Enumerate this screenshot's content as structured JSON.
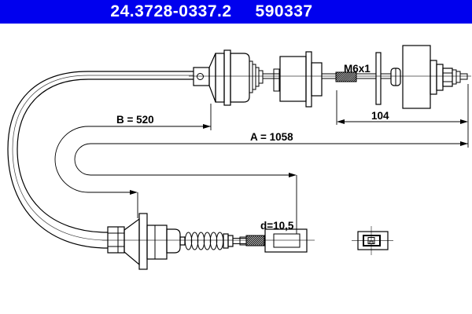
{
  "header": {
    "part_number": "24.3728-0337.2",
    "reference_number": "590337",
    "bg_color": "#0000EE",
    "text_color": "#FFFFFF"
  },
  "diagram": {
    "type": "technical-drawing",
    "subject": "clutch cable with end fittings",
    "line_color": "#000000",
    "dimensions": {
      "sheath_length_label": "B = 520",
      "total_length_label": "A = 1058",
      "end_length_label": "104",
      "thread_label": "M6x1",
      "diameter_label": "d=10,5"
    }
  }
}
